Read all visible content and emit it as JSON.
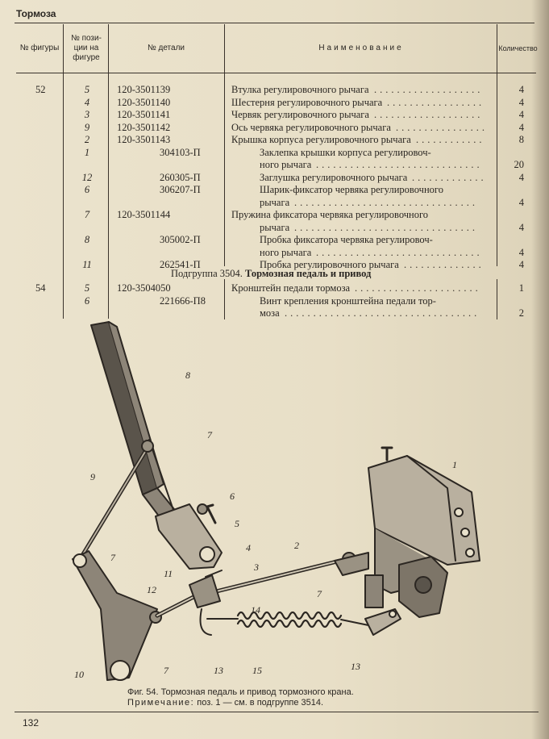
{
  "header": {
    "section": "Тормоза",
    "page_number": "132"
  },
  "table": {
    "columns": {
      "figure": "№ фигуры",
      "position": "№ пози-ции на фигуре",
      "part": "№ детали",
      "name": "Наименование",
      "qty": "Количество"
    },
    "rows": [
      {
        "fig": "52",
        "pos": "5",
        "part": "120-3501139",
        "name": "Втулка регулировочного рычага",
        "qty": "4"
      },
      {
        "fig": "",
        "pos": "4",
        "part": "120-3501140",
        "name": "Шестерня регулировочного рычага",
        "qty": "4"
      },
      {
        "fig": "",
        "pos": "3",
        "part": "120-3501141",
        "name": "Червяк регулировочного рычага",
        "qty": "4"
      },
      {
        "fig": "",
        "pos": "9",
        "part": "120-3501142",
        "name": "Ось червяка регулировочного рычага",
        "qty": "4"
      },
      {
        "fig": "",
        "pos": "2",
        "part": "120-3501143",
        "name": "Крышка корпуса регулировочного рычага",
        "qty": "8"
      },
      {
        "fig": "",
        "pos": "1",
        "part": "304103-П",
        "name": "Заклепка крышки корпуса регулировоч-",
        "qty": ""
      },
      {
        "fig": "",
        "pos": "",
        "part": "",
        "name": "ного рычага",
        "qty": "20"
      },
      {
        "fig": "",
        "pos": "12",
        "part": "260305-П",
        "name": "Заглушка регулировочного рычага",
        "qty": "4"
      },
      {
        "fig": "",
        "pos": "6",
        "part": "306207-П",
        "name": "Шарик-фиксатор червяка регулировочного",
        "qty": ""
      },
      {
        "fig": "",
        "pos": "",
        "part": "",
        "name": "рычага",
        "qty": "4"
      },
      {
        "fig": "",
        "pos": "7",
        "part": "120-3501144",
        "name": "Пружина фиксатора червяка регулировочного",
        "qty": ""
      },
      {
        "fig": "",
        "pos": "",
        "part": "",
        "name": "рычага",
        "qty": "4"
      },
      {
        "fig": "",
        "pos": "8",
        "part": "305002-П",
        "name": "Пробка фиксатора червяка регулировоч-",
        "qty": ""
      },
      {
        "fig": "",
        "pos": "",
        "part": "",
        "name": "ного рычага",
        "qty": "4"
      },
      {
        "fig": "",
        "pos": "11",
        "part": "262541-П",
        "name": "Пробка регулировочного рычага",
        "qty": "4"
      }
    ],
    "subgroup": {
      "prefix": "Подгруппа 3504.",
      "title": "Тормозная педаль и привод"
    },
    "rows2": [
      {
        "fig": "54",
        "pos": "5",
        "part": "120-3504050",
        "name": "Кронштейн педали тормоза",
        "qty": "1"
      },
      {
        "fig": "",
        "pos": "6",
        "part": "221666-П8",
        "name": "Винт крепления кронштейна педали тор-",
        "qty": ""
      },
      {
        "fig": "",
        "pos": "",
        "part": "",
        "name": "моза",
        "qty": "2"
      }
    ]
  },
  "figure": {
    "callouts": [
      "1",
      "2",
      "3",
      "4",
      "5",
      "6",
      "7",
      "7",
      "7",
      "7",
      "8",
      "9",
      "10",
      "11",
      "12",
      "13",
      "13",
      "14",
      "15"
    ],
    "caption": "Фиг. 54. Тормозная педаль и привод тормозного крана.",
    "note_label": "Примечание:",
    "note_text": "поз. 1 — см. в подгруппе 3514."
  }
}
